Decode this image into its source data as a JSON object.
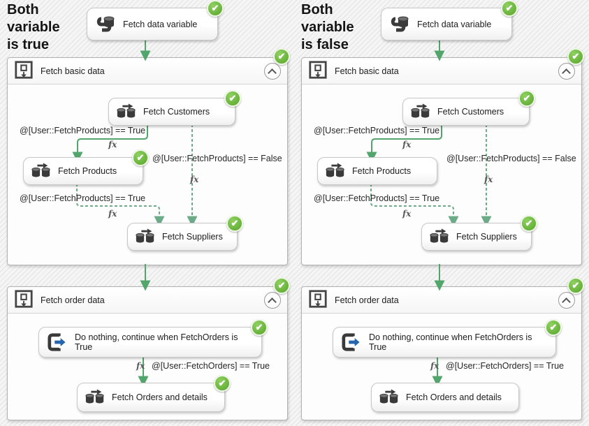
{
  "surface": {
    "solid_arrow_color": "#52a56b",
    "dashed_arrow_color": "#6cab88",
    "check_badge_color": "#66b33e"
  },
  "panels": [
    {
      "name": "Both variable is true",
      "title": "Both\nvariable\nis true",
      "root_task": {
        "label": "Fetch data variable",
        "checked": true
      },
      "containers": [
        {
          "title": "Fetch basic data",
          "checked": true,
          "tasks": [
            {
              "label": "Fetch Customers",
              "checked": true
            },
            {
              "label": "Fetch Products",
              "checked": true
            },
            {
              "label": "Fetch Suppliers",
              "checked": true
            }
          ],
          "constraints": [
            {
              "expression": "@[User::FetchProducts] == True",
              "fx": "fx",
              "line": "solid"
            },
            {
              "expression": "@[User::FetchProducts] == False",
              "fx": "fx",
              "line": "dashed"
            },
            {
              "expression": "@[User::FetchProducts] == True",
              "fx": "fx",
              "line": "dashed"
            }
          ]
        },
        {
          "title": "Fetch order data",
          "checked": true,
          "tasks": [
            {
              "label": "Do nothing, continue when FetchOrders is True",
              "checked": true
            },
            {
              "label": "Fetch Orders and details",
              "checked": true
            }
          ],
          "constraints": [
            {
              "expression": "@[User::FetchOrders] == True",
              "fx": "fx",
              "line": "solid"
            }
          ]
        }
      ]
    },
    {
      "name": "Both variable is false",
      "title": "Both\nvariable\nis false",
      "root_task": {
        "label": "Fetch data variable",
        "checked": true
      },
      "containers": [
        {
          "title": "Fetch basic data",
          "checked": true,
          "tasks": [
            {
              "label": "Fetch Customers",
              "checked": true
            },
            {
              "label": "Fetch Products",
              "checked": false
            },
            {
              "label": "Fetch Suppliers",
              "checked": true
            }
          ],
          "constraints": [
            {
              "expression": "@[User::FetchProducts] == True",
              "fx": "fx",
              "line": "solid"
            },
            {
              "expression": "@[User::FetchProducts] == False",
              "fx": "fx",
              "line": "dashed"
            },
            {
              "expression": "@[User::FetchProducts] == True",
              "fx": "fx",
              "line": "dashed"
            }
          ]
        },
        {
          "title": "Fetch order data",
          "checked": true,
          "tasks": [
            {
              "label": "Do nothing, continue when FetchOrders is True",
              "checked": true
            },
            {
              "label": "Fetch Orders and details",
              "checked": false
            }
          ],
          "constraints": [
            {
              "expression": "@[User::FetchOrders] == True",
              "fx": "fx",
              "line": "solid"
            }
          ]
        }
      ]
    }
  ]
}
